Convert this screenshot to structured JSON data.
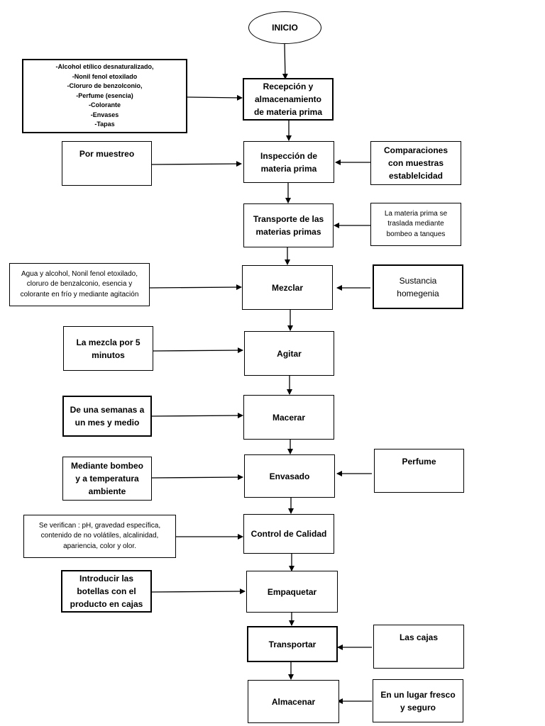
{
  "diagram": {
    "start": "INICIO",
    "process_steps": [
      {
        "id": "recepcion",
        "label": "Recepción y\nalmacenamiento\nde materia prima"
      },
      {
        "id": "inspeccion",
        "label": "Inspección de\nmateria prima"
      },
      {
        "id": "transporte_mp",
        "label": "Transporte de las\nmaterias primas"
      },
      {
        "id": "mezclar",
        "label": "Mezclar"
      },
      {
        "id": "agitar",
        "label": "Agitar"
      },
      {
        "id": "macerar",
        "label": "Macerar"
      },
      {
        "id": "envasado",
        "label": "Envasado"
      },
      {
        "id": "control",
        "label": "Control de Calidad"
      },
      {
        "id": "empaquetar",
        "label": "Empaquetar"
      },
      {
        "id": "transportar",
        "label": "Transportar"
      },
      {
        "id": "almacenar",
        "label": "Almacenar"
      }
    ],
    "left_notes": [
      {
        "id": "materias_primas",
        "target": "recepcion",
        "label": "-Alcohol etílico desnaturalizado,\n-Nonil fenol etoxilado\n-Cloruro de benzolconio,\n-Perfume (esencia)\n-Colorante\n-Envases\n-Tapas"
      },
      {
        "id": "por_muestreo",
        "target": "inspeccion",
        "label": "Por muestreo"
      },
      {
        "id": "agua_alcohol",
        "target": "mezclar",
        "label": "Agua y alcohol, Nonil fenol etoxilado,\ncloruro de benzalconio, esencia y\ncolorante en frío y mediante agitación"
      },
      {
        "id": "mezcla_5min",
        "target": "agitar",
        "label": "La mezcla por 5\nminutos"
      },
      {
        "id": "semanas",
        "target": "macerar",
        "label": "De una semanas a\nun mes y medio"
      },
      {
        "id": "bombeo_temp",
        "target": "envasado",
        "label": "Mediante bombeo\ny a temperatura\nambiente"
      },
      {
        "id": "se_verifican",
        "target": "control",
        "label": "Se verifican : pH, gravedad específica,\ncontenido de no volátiles, alcalinidad,\napariencia, color y olor."
      },
      {
        "id": "introducir",
        "target": "empaquetar",
        "label": "Introducir las\nbotellas con el\nproducto en cajas"
      }
    ],
    "right_notes": [
      {
        "id": "comparaciones",
        "target": "inspeccion",
        "label": "Comparaciones\ncon muestras\nestablelcidad"
      },
      {
        "id": "bombeo_tanques",
        "target": "transporte_mp",
        "label": "La materia prima se\ntraslada mediante\nbombeo a tanques"
      },
      {
        "id": "sustancia",
        "target": "mezclar",
        "label": "Sustancia\nhomegenia"
      },
      {
        "id": "perfume",
        "target": "envasado",
        "label": "Perfume"
      },
      {
        "id": "las_cajas",
        "target": "transportar",
        "label": "Las cajas"
      },
      {
        "id": "lugar_fresco",
        "target": "almacenar",
        "label": "En un lugar fresco\ny seguro"
      }
    ]
  }
}
